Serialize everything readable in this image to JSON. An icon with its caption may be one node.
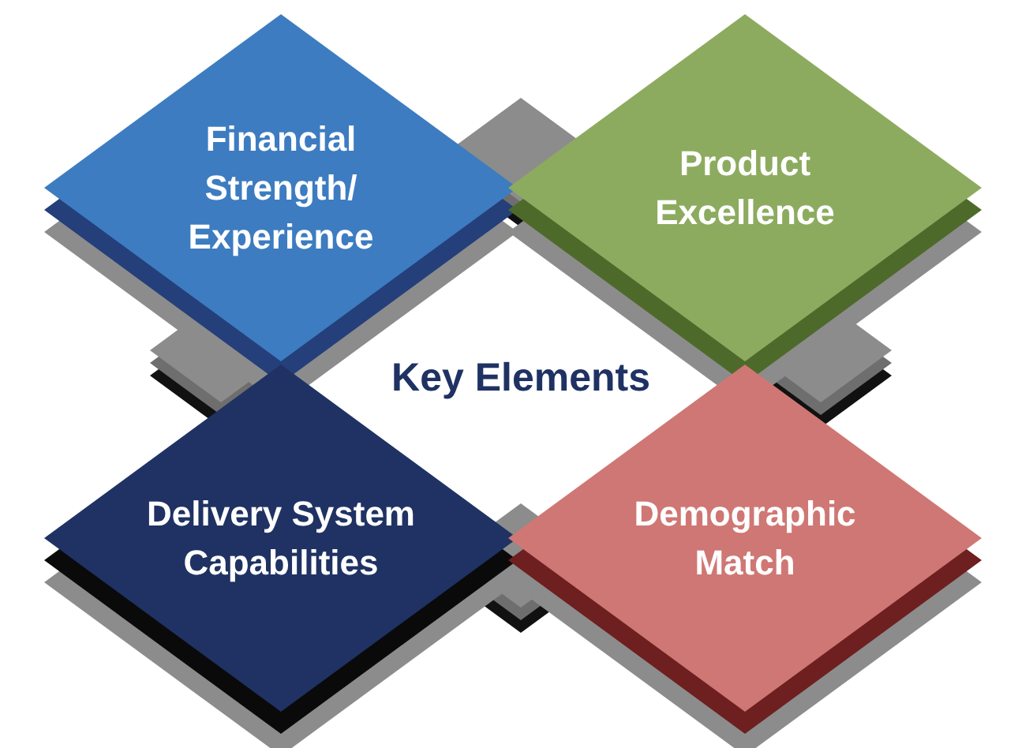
{
  "diagram": {
    "nodes": [
      {
        "text": [
          "Financial Strength/ Experience"
        ]
      },
      {
        "text": [
          "Product Excellence"
        ]
      },
      {
        "text": [
          "Delivery System Capabilities"
        ]
      },
      {
        "text": [
          "Demographic Match"
        ]
      }
    ],
    "labels": [
      "Key Elements"
    ]
  }
}
